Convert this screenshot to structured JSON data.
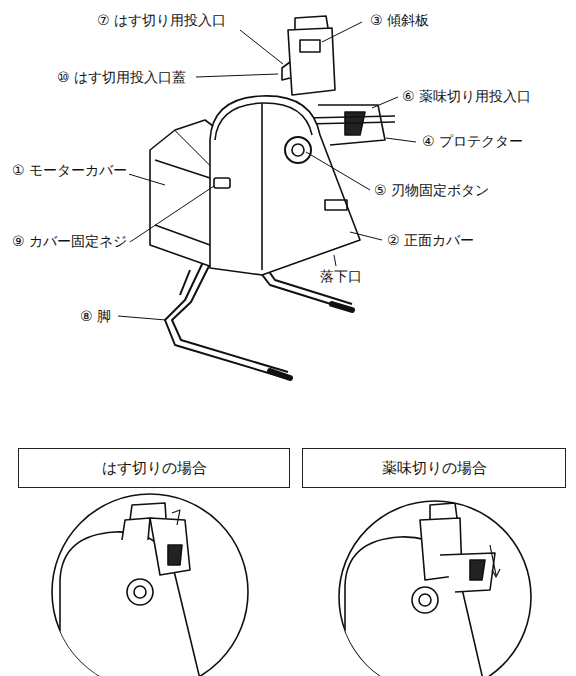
{
  "diagram": {
    "nodes": [
      {
        "text": [
          "はす切りの場合"
        ]
      },
      {
        "text": [
          "薬味切りの場合"
        ]
      }
    ],
    "labels": [
      "⑦ はす切り用投入口",
      "③ 傾斜板",
      "⑩ はす切用投入口蓋",
      "⑥ 薬味切り用投入口",
      "④ プロテクター",
      "① モーターカバー",
      "⑤ 刃物固定ボタン",
      "⑨ カバー固定ネジ",
      "② 正面カバー",
      "落下口",
      "⑧ 脚"
    ]
  }
}
